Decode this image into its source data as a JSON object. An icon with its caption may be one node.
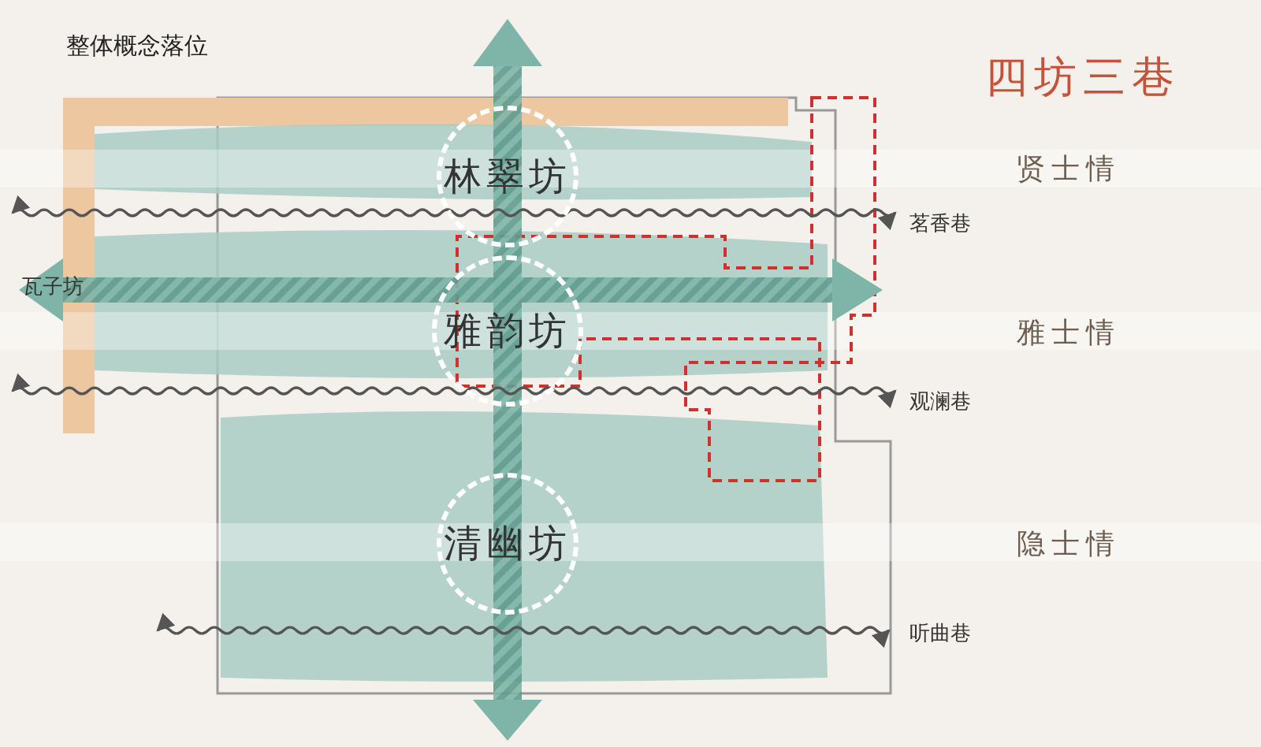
{
  "diagram": {
    "nodes": [
      {
        "text": [
          "林翠坊"
        ]
      },
      {
        "text": [
          "雅韵坊"
        ]
      },
      {
        "text": [
          "清幽坊"
        ]
      }
    ],
    "labels": [
      "整体概念落位",
      "四坊三巷",
      "贤士情",
      "茗香巷",
      "瓦子坊",
      "雅士情",
      "观澜巷",
      "隐士情",
      "听曲巷"
    ]
  }
}
